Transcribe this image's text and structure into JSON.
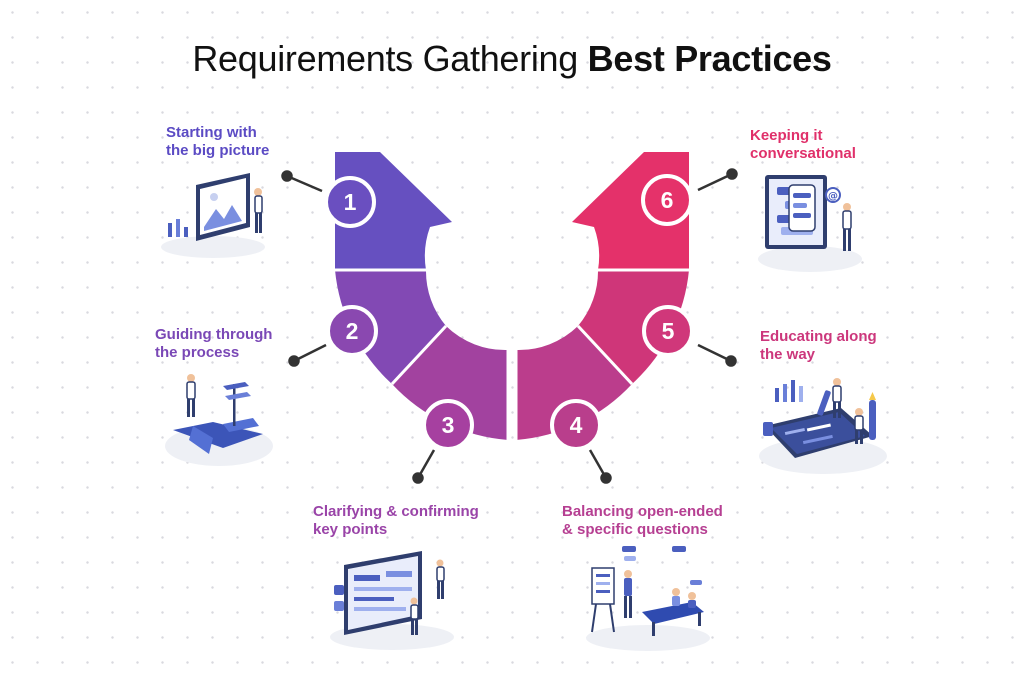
{
  "title": {
    "regular": "Requirements Gathering",
    "bold": "Best Practices"
  },
  "steps": [
    {
      "number": "1",
      "line1": "Starting with",
      "line2": "the big picture",
      "color": "#6a4fc0",
      "icon": "presentation-screen-illustration"
    },
    {
      "number": "2",
      "line1": "Guiding through",
      "line2": "the process",
      "color": "#8a48b0",
      "icon": "crossroads-signpost-illustration"
    },
    {
      "number": "3",
      "line1": "Clarifying & confirming",
      "line2": "key points",
      "color": "#a640a0",
      "icon": "dashboard-review-illustration"
    },
    {
      "number": "4",
      "line1": "Balancing open-ended",
      "line2": "& specific questions",
      "color": "#b93e8c",
      "icon": "meeting-questions-illustration"
    },
    {
      "number": "5",
      "line1": "Educating along",
      "line2": "the way",
      "color": "#d0377a",
      "icon": "blueprint-teaching-illustration"
    },
    {
      "number": "6",
      "line1": "Keeping it",
      "line2": "conversational",
      "color": "#e5326a",
      "icon": "chat-messaging-illustration"
    }
  ]
}
